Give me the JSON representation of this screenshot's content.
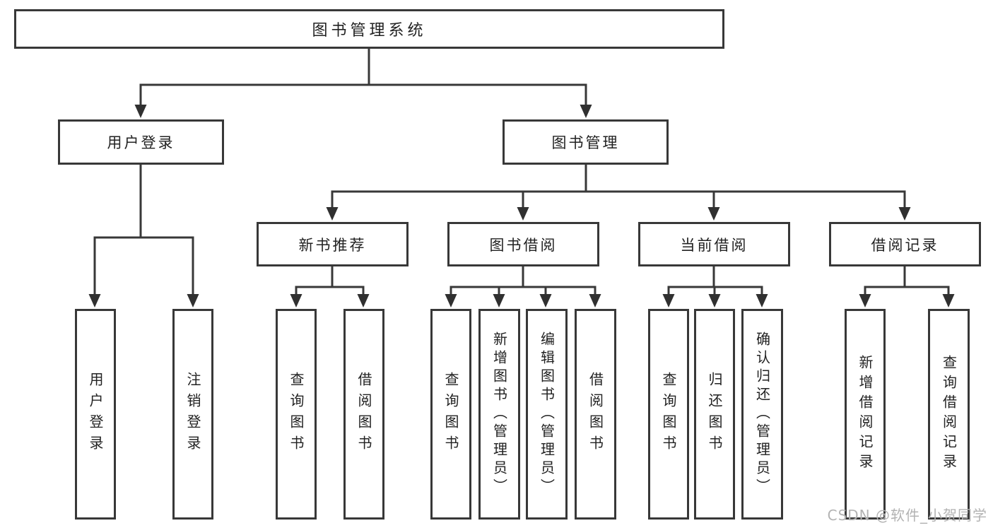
{
  "diagram": {
    "root": {
      "label": "图书管理系统"
    },
    "level2": [
      {
        "label": "用户登录"
      },
      {
        "label": "图书管理"
      }
    ],
    "level3": [
      {
        "label": "新书推荐"
      },
      {
        "label": "图书借阅"
      },
      {
        "label": "当前借阅"
      },
      {
        "label": "借阅记录"
      }
    ],
    "leaves": [
      {
        "label": "用户登录"
      },
      {
        "label": "注销登录"
      },
      {
        "label": "查询图书"
      },
      {
        "label": "借阅图书"
      },
      {
        "label": "查询图书"
      },
      {
        "label": "新增图书（管理员）"
      },
      {
        "label": "编辑图书（管理员）"
      },
      {
        "label": "借阅图书"
      },
      {
        "label": "查询图书"
      },
      {
        "label": "归还图书"
      },
      {
        "label": "确认归还（管理员）"
      },
      {
        "label": "新增借阅记录"
      },
      {
        "label": "查询借阅记录"
      }
    ]
  },
  "watermark": {
    "text": "CSDN @软件_小贺同学",
    "color": "#b3b3b3"
  },
  "colors": {
    "border": "#383838",
    "line": "#383838",
    "text": "#222222",
    "background": "#ffffff"
  }
}
